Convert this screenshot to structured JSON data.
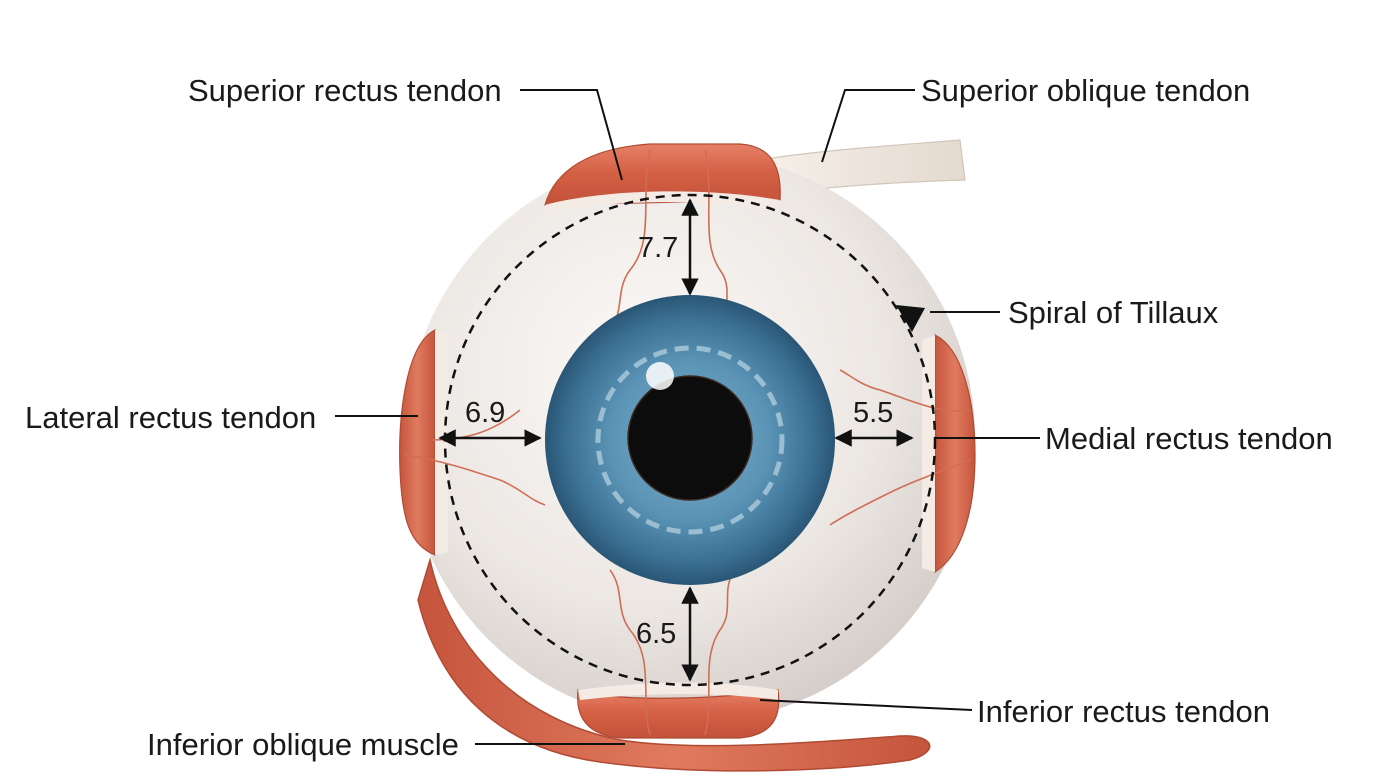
{
  "labels": {
    "superior_rectus": "Superior rectus tendon",
    "superior_oblique": "Superior oblique tendon",
    "spiral": "Spiral of Tillaux",
    "lateral_rectus": "Lateral rectus tendon",
    "medial_rectus": "Medial rectus tendon",
    "inferior_rectus": "Inferior rectus tendon",
    "inferior_oblique": "Inferior oblique muscle"
  },
  "measurements": {
    "superior": "7.7",
    "lateral": "6.9",
    "medial": "5.5",
    "inferior": "6.5"
  },
  "colors": {
    "muscle": "#d9664a",
    "muscle_dark": "#b8472f",
    "tendon": "#f3ece4",
    "sclera": "#eeeae6",
    "iris": "#4f86a8",
    "iris_dark": "#2b5f80",
    "pupil": "#0c0c0c",
    "vessel": "#cf6e55"
  }
}
